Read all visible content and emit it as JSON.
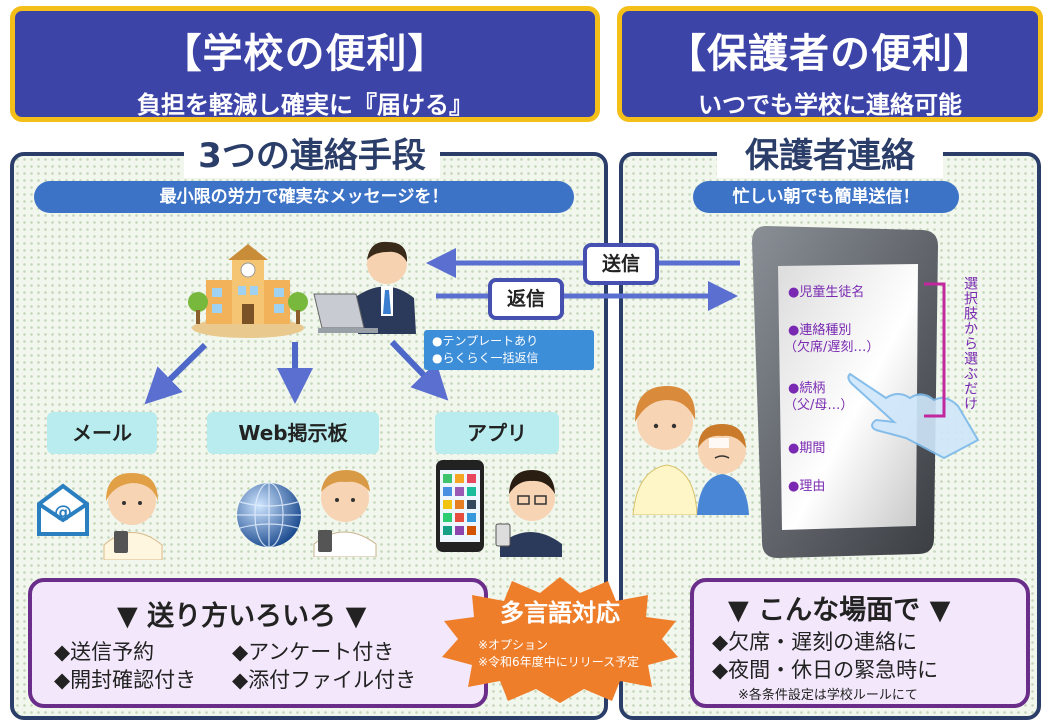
{
  "school_header": {
    "title": "【学校の便利】",
    "subtitle": "負担を軽減し確実に『届ける』"
  },
  "parent_header": {
    "title": "【保護者の便利】",
    "subtitle": "いつでも学校に連絡可能"
  },
  "left_panel": {
    "title": "3つの連絡手段",
    "banner": "最小限の労力で確実なメッセージを！",
    "send_label": "送信",
    "reply_label": "返信",
    "features": [
      "●テンプレートあり",
      "●らくらく一括返信"
    ],
    "methods": [
      "メール",
      "Web掲示板",
      "アプリ"
    ],
    "options_title": "▼ 送り方いろいろ ▼",
    "options": [
      "◆送信予約",
      "◆アンケート付き",
      "◆開封確認付き",
      "◆添付ファイル付き"
    ]
  },
  "multilang": {
    "title": "多言語対応",
    "notes": [
      "※オプション",
      "※令和6年度中にリリース予定"
    ]
  },
  "right_panel": {
    "title": "保護者連絡",
    "banner": "忙しい朝でも簡単送信！",
    "phone_items": [
      {
        "bullet": "●",
        "lines": [
          "児童生徒名"
        ]
      },
      {
        "bullet": "●",
        "lines": [
          "連絡種別",
          "（欠席/遅刻…）"
        ]
      },
      {
        "bullet": "●",
        "lines": [
          "続柄",
          "（父/母…）"
        ]
      },
      {
        "bullet": "●",
        "lines": [
          "期間"
        ]
      },
      {
        "bullet": "●",
        "lines": [
          "理由"
        ]
      }
    ],
    "side_note": "選択肢から選ぶだけ",
    "scenes_title": "▼ こんな場面で ▼",
    "scenes": [
      "◆欠席・遅刻の連絡に",
      "◆夜間・休日の緊急時に"
    ],
    "footnote": "※各条件設定は学校ルールにて"
  },
  "colors": {
    "navy": "#2b3e69",
    "header_blue": "#3d44a8",
    "gold": "#f5bf1a",
    "banner_blue": "#3d73c6",
    "cyan_box": "#b8ecee",
    "purple": "#6a2e8a",
    "orange": "#ef7e2b"
  },
  "icons": [
    "school-building-icon",
    "teacher-laptop-icon",
    "email-icon",
    "globe-icon",
    "smartphone-apps-icon",
    "tap-hand-icon"
  ]
}
